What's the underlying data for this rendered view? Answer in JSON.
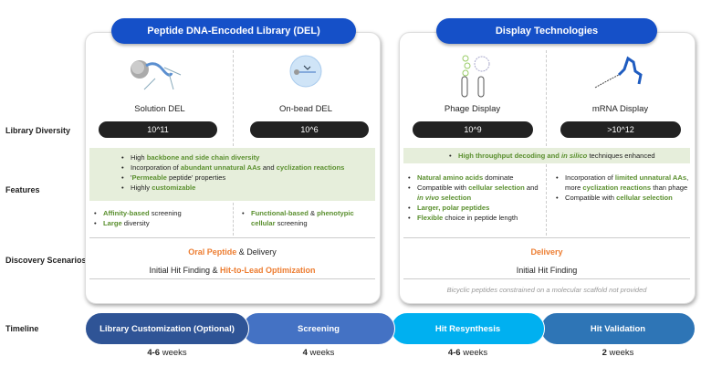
{
  "row_labels": {
    "diversity": "Library Diversity",
    "features": "Features",
    "discovery": "Discovery Scenarios",
    "timeline": "Timeline"
  },
  "colors": {
    "title_pill": "#1550c8",
    "highlight_green": "#5a8f2e",
    "highlight_orange": "#ed7d31",
    "band": "#e6eedb"
  },
  "del": {
    "title": "Peptide DNA-Encoded Library (DEL)",
    "columns": [
      {
        "name": "Solution DEL",
        "diversity": "10^11",
        "icon": "solution-del-illustration"
      },
      {
        "name": "On-bead DEL",
        "diversity": "10^6",
        "icon": "bead-illustration"
      }
    ],
    "shared_features": [
      [
        {
          "t": "High "
        },
        {
          "t": "backbone and side chain diversity",
          "s": "g"
        }
      ],
      [
        {
          "t": "Incorporation of "
        },
        {
          "t": "abundant  unnatural AAs",
          "s": "g"
        },
        {
          "t": " and "
        },
        {
          "t": "cyclization reactions",
          "s": "g"
        }
      ],
      [
        {
          "t": "'"
        },
        {
          "t": "Permeable",
          "s": "g"
        },
        {
          "t": " peptide' properties"
        }
      ],
      [
        {
          "t": "Highly "
        },
        {
          "t": "customizable",
          "s": "g"
        }
      ]
    ],
    "col_features": [
      [
        [
          {
            "t": "Affinity-based",
            "s": "g"
          },
          {
            "t": " screening"
          }
        ],
        [
          {
            "t": "Large",
            "s": "g"
          },
          {
            "t": " diversity"
          }
        ]
      ],
      [
        [
          {
            "t": "Functional-based",
            "s": "g"
          },
          {
            "t": " & "
          },
          {
            "t": "phenotypic cellular",
            "s": "g"
          },
          {
            "t": " screening"
          }
        ]
      ]
    ],
    "discovery": [
      [
        {
          "t": "Oral Peptide",
          "s": "o"
        },
        {
          "t": " & Delivery"
        }
      ],
      [
        {
          "t": "Initial Hit Finding & "
        },
        {
          "t": "Hit-to-Lead Optimization",
          "s": "o"
        }
      ]
    ]
  },
  "display": {
    "title": "Display Technologies",
    "columns": [
      {
        "name": "Phage Display",
        "diversity": "10^9",
        "icon": "phage-illustration"
      },
      {
        "name": "mRNA Display",
        "diversity": ">10^12",
        "icon": "mrna-illustration"
      }
    ],
    "shared_features": [
      [
        {
          "t": "High throughput decoding and ",
          "s": "g"
        },
        {
          "t": "in silico",
          "s": "gi"
        },
        {
          "t": " techniques enhanced"
        }
      ]
    ],
    "col_features": [
      [
        [
          {
            "t": "Natural amino acids",
            "s": "g"
          },
          {
            "t": " dominate"
          }
        ],
        [
          {
            "t": "Compatible with "
          },
          {
            "t": "cellular selection",
            "s": "g"
          },
          {
            "t": " and "
          },
          {
            "t": "in vivo",
            "s": "gi"
          },
          {
            "t": " selection",
            "s": "g"
          }
        ],
        [
          {
            "t": "Larger, polar peptides",
            "s": "g"
          }
        ],
        [
          {
            "t": "Flexible",
            "s": "g"
          },
          {
            "t": " choice in peptide length"
          }
        ]
      ],
      [
        [
          {
            "t": "Incorporation of "
          },
          {
            "t": "limited unnatural AAs",
            "s": "g"
          },
          {
            "t": ", more "
          },
          {
            "t": "cyclization reactions",
            "s": "g"
          },
          {
            "t": " than phage"
          }
        ],
        [
          {
            "t": "Compatible with "
          },
          {
            "t": "cellular selection",
            "s": "g"
          }
        ]
      ]
    ],
    "discovery": [
      [
        {
          "t": "Delivery",
          "s": "o"
        }
      ],
      [
        {
          "t": "Initial Hit Finding"
        }
      ]
    ],
    "note": "Bicyclic peptides constrained on a molecular scaffold not provided"
  },
  "timeline": [
    {
      "label": "Library Customization (Optional)",
      "num": "4-6",
      "unit": " weeks",
      "color": "#2f5496"
    },
    {
      "label": "Screening",
      "num": "4",
      "unit": " weeks",
      "color": "#4472c4"
    },
    {
      "label": "Hit Resynthesis",
      "num": "4-6",
      "unit": " weeks",
      "color": "#00b0f0"
    },
    {
      "label": "Hit Validation",
      "num": "2",
      "unit": " weeks",
      "color": "#2e75b6"
    }
  ]
}
